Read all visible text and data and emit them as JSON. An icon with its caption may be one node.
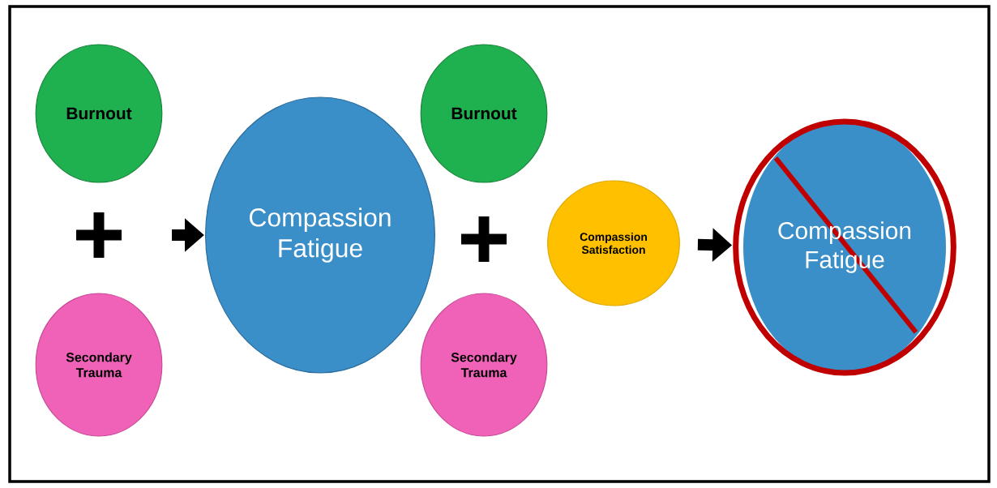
{
  "diagram": {
    "nodes": [
      {
        "text": [
          "Burnout"
        ]
      },
      {
        "text": [
          "Secondary Trauma"
        ]
      },
      {
        "text": [
          "Compassion Fatigue"
        ]
      },
      {
        "text": [
          "Burnout"
        ]
      },
      {
        "text": [
          "Secondary Trauma"
        ]
      },
      {
        "text": [
          "Compassion Satisfaction"
        ]
      },
      {
        "text": [
          "Compassion Fatigue"
        ]
      }
    ],
    "edges": [
      {
        "from": null,
        "to": 2,
        "arrow": "to"
      },
      {
        "from": 5,
        "to": 6,
        "arrow": "to"
      }
    ]
  }
}
